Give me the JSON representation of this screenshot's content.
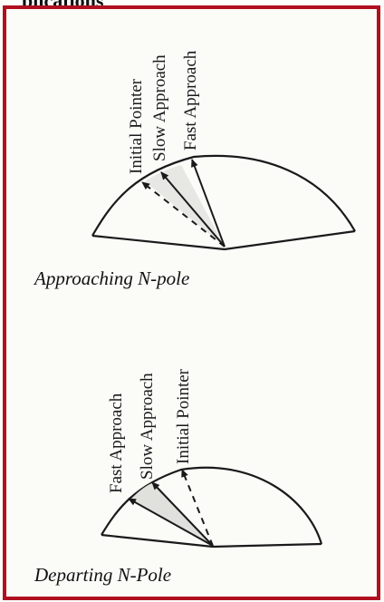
{
  "header": {
    "cutoff_text": "plications"
  },
  "diagram_top": {
    "caption": "Approaching N-pole",
    "labels": {
      "initial": "Initial Pointer",
      "slow": "Slow Approach",
      "fast": "Fast Approach"
    }
  },
  "diagram_bottom": {
    "caption": "Departing N-Pole",
    "labels": {
      "fast": "Fast Approach",
      "slow": "Slow Approach",
      "initial": "Initial Pointer"
    }
  },
  "colors": {
    "border": "#b0101f",
    "ink": "#1a1a1a"
  }
}
